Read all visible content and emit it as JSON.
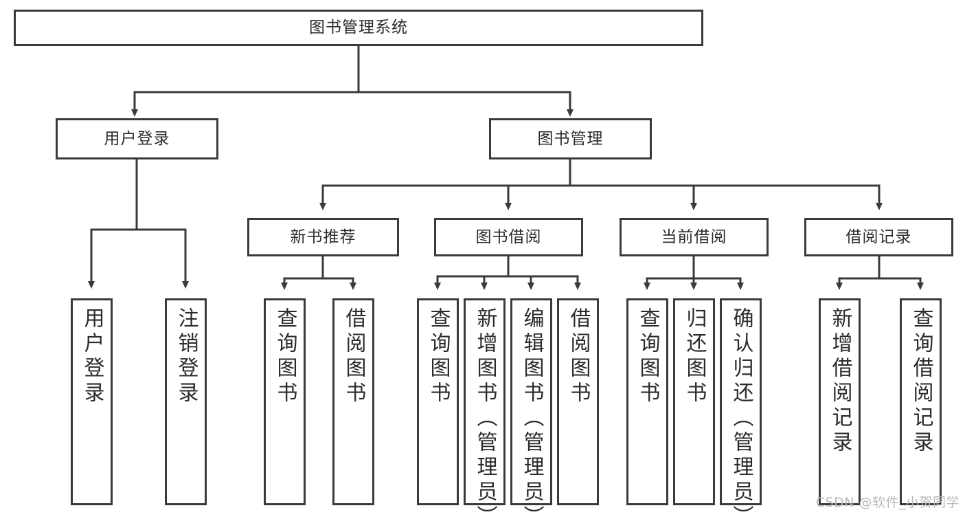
{
  "diagram": {
    "title": "图书管理系统",
    "type": "tree-hierarchy-diagram",
    "watermark": "CSDN @软件_小贺同学",
    "colors": {
      "box_border": "#3a3a3a",
      "box_fill": "#ffffff",
      "connector": "#3a3a3a",
      "text": "#2b2b2b",
      "watermark": "#b9b9b9"
    },
    "root": {
      "label": "图书管理系统"
    },
    "level2": [
      {
        "label": "用户登录"
      },
      {
        "label": "图书管理"
      }
    ],
    "level3": [
      {
        "label": "新书推荐"
      },
      {
        "label": "图书借阅"
      },
      {
        "label": "当前借阅"
      },
      {
        "label": "借阅记录"
      }
    ],
    "leaves": {
      "user_login": [
        {
          "label": "用户登录"
        },
        {
          "label": "注销登录"
        }
      ],
      "new_book_recommend": [
        {
          "label": "查询图书"
        },
        {
          "label": "借阅图书"
        }
      ],
      "book_borrow": [
        {
          "label": "查询图书"
        },
        {
          "label": "新增图书（管理员）"
        },
        {
          "label": "编辑图书（管理员）"
        },
        {
          "label": "借阅图书"
        }
      ],
      "current_borrow": [
        {
          "label": "查询图书"
        },
        {
          "label": "归还图书"
        },
        {
          "label": "确认归还（管理员）"
        }
      ],
      "borrow_record": [
        {
          "label": "新增借阅记录"
        },
        {
          "label": "查询借阅记录"
        }
      ]
    }
  }
}
